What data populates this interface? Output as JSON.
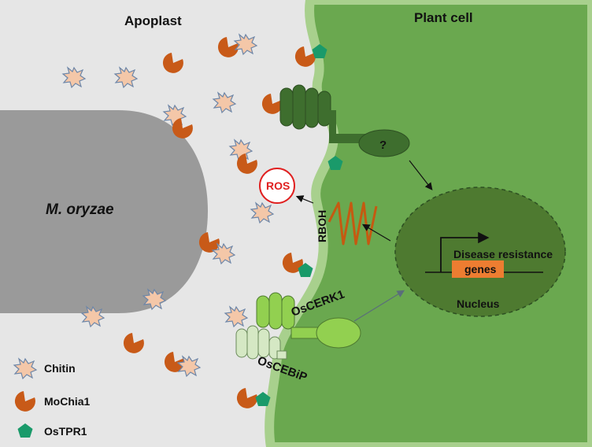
{
  "labels": {
    "apoplast": "Apoplast",
    "plant_cell": "Plant cell",
    "pathogen": "M. oryzae",
    "ros": "ROS",
    "rboh": "RBOH",
    "unknown_receptor": "?",
    "disease_resistance": "Disease resistance",
    "genes": "genes",
    "nucleus": "Nucleus",
    "oscerk1": "OsCERK1",
    "oscebip": "OsCEBiP"
  },
  "legend": [
    {
      "icon": "chitin-icon",
      "label": "Chitin"
    },
    {
      "icon": "mochia1-icon",
      "label": "MoChia1"
    },
    {
      "icon": "ostpr1-icon",
      "label": "OsTPR1"
    }
  ],
  "colors": {
    "apoplast_bg": "#e6e6e6",
    "cell_fill": "#6aa84f",
    "cell_border": "#a8d08d",
    "pathogen_fill": "#9a9a9a",
    "chitin_fill": "#f4c7a8",
    "chitin_stroke": "#6d86a8",
    "mochia1_fill": "#c85a18",
    "ostpr1_fill": "#1a9a6a",
    "receptor_dark": "#3e6e2e",
    "oscerk1_fill": "#92d050",
    "oscebip_fill": "#d5e8c4",
    "rboh_stroke": "#c55a11",
    "ros_red": "#e02020",
    "nucleus_fill": "#4e7a30",
    "genes_box": "#ed7d31"
  }
}
